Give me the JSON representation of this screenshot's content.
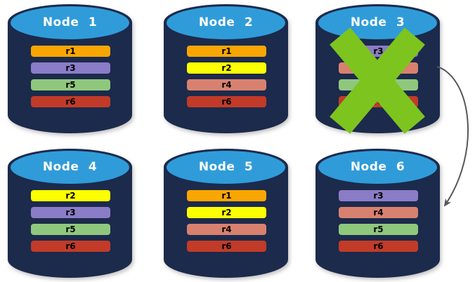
{
  "palette": {
    "background": "#FFFFFF",
    "cylinder_body": "#1C2A4C",
    "cylinder_cap": "#2F9CD9",
    "node_title_color": "#FFFFFF",
    "replica_text_color": "#000000",
    "failure_x_color": "#7DC41E",
    "arrow_color": "#58585A"
  },
  "replica_colors": {
    "r1": "#F9A602",
    "r2": "#FCFF00",
    "r3": "#8A7CC6",
    "r4": "#D9816F",
    "r5": "#8FC87D",
    "r6": "#C13B28"
  },
  "nodes": [
    {
      "label": "Node 1",
      "failed": false,
      "replicas": [
        {
          "label": "r1",
          "color": "#F9A602"
        },
        {
          "label": "r3",
          "color": "#8A7CC6"
        },
        {
          "label": "r5",
          "color": "#8FC87D"
        },
        {
          "label": "r6",
          "color": "#C13B28"
        }
      ]
    },
    {
      "label": "Node 2",
      "failed": false,
      "replicas": [
        {
          "label": "r1",
          "color": "#F9A602"
        },
        {
          "label": "r2",
          "color": "#FCFF00"
        },
        {
          "label": "r4",
          "color": "#D9816F"
        },
        {
          "label": "r6",
          "color": "#C13B28"
        }
      ]
    },
    {
      "label": "Node 3",
      "failed": true,
      "replicas": [
        {
          "label": "r3",
          "color": "#8A7CC6"
        },
        {
          "label": "r4",
          "color": "#D9816F"
        },
        {
          "label": "r5",
          "color": "#8FC87D"
        },
        {
          "label": "r6",
          "color": "#C13B28"
        }
      ]
    },
    {
      "label": "Node 4",
      "failed": false,
      "replicas": [
        {
          "label": "r2",
          "color": "#FCFF00"
        },
        {
          "label": "r3",
          "color": "#8A7CC6"
        },
        {
          "label": "r5",
          "color": "#8FC87D"
        },
        {
          "label": "r6",
          "color": "#C13B28"
        }
      ]
    },
    {
      "label": "Node 5",
      "failed": false,
      "replicas": [
        {
          "label": "r1",
          "color": "#F9A602"
        },
        {
          "label": "r2",
          "color": "#FCFF00"
        },
        {
          "label": "r4",
          "color": "#D9816F"
        },
        {
          "label": "r6",
          "color": "#C13B28"
        }
      ]
    },
    {
      "label": "Node 6",
      "failed": false,
      "replicas": [
        {
          "label": "r3",
          "color": "#8A7CC6"
        },
        {
          "label": "r4",
          "color": "#D9816F"
        },
        {
          "label": "r5",
          "color": "#8FC87D"
        },
        {
          "label": "r6",
          "color": "#C13B28"
        }
      ]
    }
  ],
  "arrow": {
    "from": "Node 3",
    "to": "Node 6"
  }
}
